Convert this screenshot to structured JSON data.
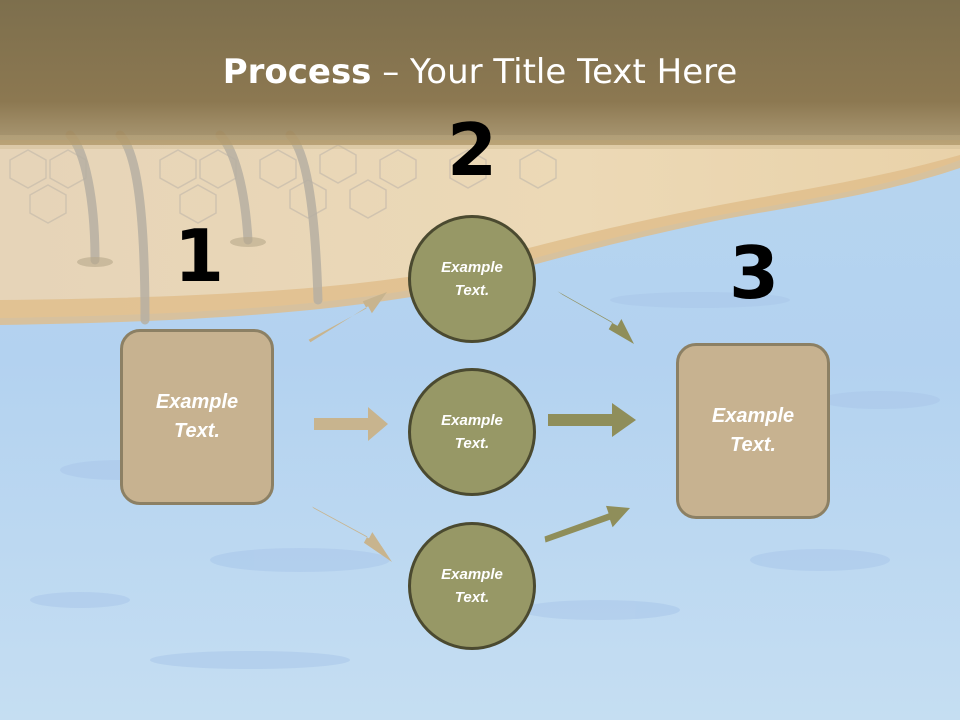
{
  "title": {
    "bold": "Process",
    "rest": " – Your Title Text Here"
  },
  "steps": {
    "one": "1",
    "two": "2",
    "three": "3"
  },
  "left_box": {
    "text": "Example Text."
  },
  "right_box": {
    "text": "Example Text."
  },
  "circles": [
    {
      "text": "Example Text."
    },
    {
      "text": "Example Text."
    },
    {
      "text": "Example Text."
    }
  ],
  "colors": {
    "box_fill": "#c7b290",
    "circle_fill": "#979866",
    "arrow_left": "#c8b48e",
    "arrow_right": "#8f8e5a",
    "header": "#8a7650"
  }
}
